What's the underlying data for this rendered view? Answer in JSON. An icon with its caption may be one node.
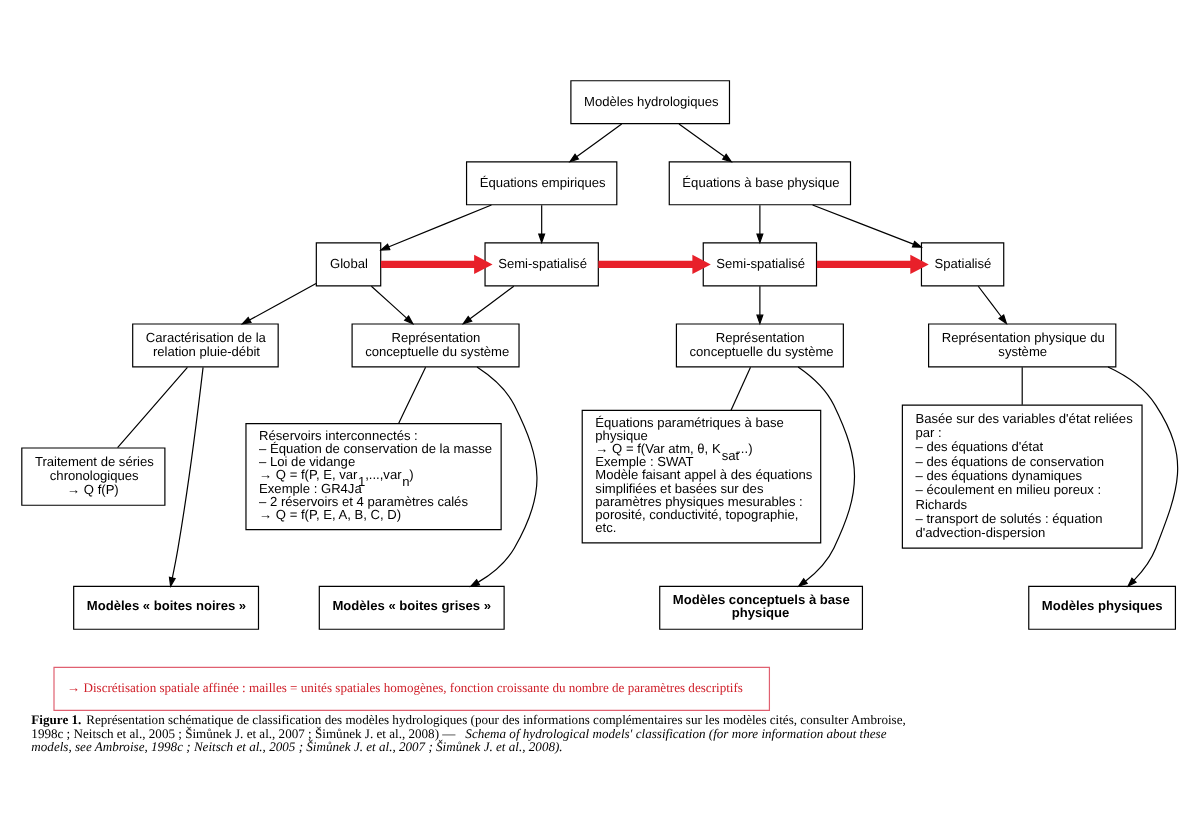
{
  "diagram": {
    "caption": "**Figure 1.** Représentation schématique de classification des modèles hydrologiques (pour des informations complémentaires sur les modèles cités, consulter Ambroise, 1998c ; Neitsch et al., 2005 ; Šimůnek J. et al., 2007 ; Šimůnek J. et al., 2008) — *Schema of hydrological models' classification (for more information about these models, see Ambroise, 1998c ; Neitsch et al., 2005 ; Šimůnek J. et al., 2007 ; Šimůnek J. et al., 2008).*",
    "nodes": [
      {
        "text": [
          "Modèles hydrologiques"
        ]
      },
      {
        "text": [
          "Équations empiriques"
        ]
      },
      {
        "text": [
          "Équations à base physique"
        ]
      },
      {
        "text": [
          "Global"
        ]
      },
      {
        "text": [
          "Semi-spatialisé"
        ]
      },
      {
        "text": [
          "Semi-spatialisé"
        ]
      },
      {
        "text": [
          "Spatialisé"
        ]
      },
      {
        "text": [
          "Caractérisation de la relation pluie-débit"
        ]
      },
      {
        "text": [
          "Représentation conceptuelle du système"
        ]
      },
      {
        "text": [
          "Représentation conceptuelle du système"
        ]
      },
      {
        "text": [
          "Représentation physique du système"
        ]
      },
      {
        "text": [
          "Traitement de séries chronologiques",
          "→ Q f(P)"
        ]
      },
      {
        "text": [
          "Réservoirs interconnectés :",
          "– Équation de conservation de la masse",
          "– Loi de vidange",
          "→ Q = f(P, E, var$_{1}$,...,var$_{n}$)",
          "Exemple : GR4Ja",
          "– 2 réservoirs et 4 paramètres calés",
          "→ Q = f(P, E, A, B, C, D)"
        ]
      },
      {
        "text": [
          "Équations paramétriques à base physique",
          "→ Q = f(Var atm, θ, K$_{sat}$...)",
          "Exemple : SWAT",
          "Modèle faisant appel à des équations simplifiées et basées sur des paramètres physiques mesurables : porosité, conductivité, topographie, etc."
        ]
      },
      {
        "text": [
          "Basée sur des variables d'état reliées par :",
          "– des équations d'état",
          "– des équations de conservation",
          "– des équations dynamiques",
          "– écoulement en milieu poreux : Richards",
          "– transport de solutés : équation d'advection-dispersion"
        ]
      },
      {
        "text": [
          "Modèles « boites noires »"
        ]
      },
      {
        "text": [
          "Modèles « boites grises »"
        ]
      },
      {
        "text": [
          "Modèles conceptuels à base physique"
        ]
      },
      {
        "text": [
          "Modèles physiques"
        ]
      },
      {
        "text": [
          "→ Discrétisation spatiale affinée : mailles = unités spatiales homogènes, fonction croissante du nombre de paramètres descriptifs"
        ]
      }
    ],
    "edges": [
      {
        "from": 0,
        "to": 1,
        "arrow": "to"
      },
      {
        "from": 0,
        "to": 2,
        "arrow": "to"
      },
      {
        "from": 1,
        "to": 3,
        "arrow": "to"
      },
      {
        "from": 1,
        "to": 4,
        "arrow": "to"
      },
      {
        "from": 2,
        "to": 5,
        "arrow": "to"
      },
      {
        "from": 2,
        "to": 6,
        "arrow": "to"
      },
      {
        "from": 3,
        "to": 4,
        "arrow": "to",
        "style": "thick",
        "color": "#e8202a"
      },
      {
        "from": 4,
        "to": 5,
        "arrow": "to",
        "style": "thick",
        "color": "#e8202a"
      },
      {
        "from": 5,
        "to": 6,
        "arrow": "to",
        "style": "thick",
        "color": "#e8202a"
      },
      {
        "from": 3,
        "to": 7,
        "arrow": "to"
      },
      {
        "from": 3,
        "to": 8,
        "arrow": "to"
      },
      {
        "from": 4,
        "to": 8,
        "arrow": "to"
      },
      {
        "from": 5,
        "to": 9,
        "arrow": "to"
      },
      {
        "from": 6,
        "to": 10,
        "arrow": "to"
      },
      {
        "from": 7,
        "to": 11,
        "arrow": "none"
      },
      {
        "from": 8,
        "to": 12,
        "arrow": "none"
      },
      {
        "from": 9,
        "to": 13,
        "arrow": "none"
      },
      {
        "from": 10,
        "to": 14,
        "arrow": "none"
      },
      {
        "from": 7,
        "to": 15,
        "arrow": "to"
      },
      {
        "from": 8,
        "to": 16,
        "arrow": "to"
      },
      {
        "from": 9,
        "to": 17,
        "arrow": "to"
      },
      {
        "from": 10,
        "to": 18,
        "arrow": "to"
      }
    ]
  }
}
